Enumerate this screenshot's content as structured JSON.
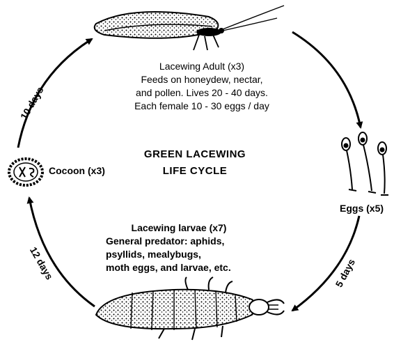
{
  "title": {
    "line1": "GREEN LACEWING",
    "line2": "LIFE CYCLE"
  },
  "adult": {
    "heading": "Lacewing Adult (x3)",
    "line1": "Feeds on honeydew, nectar,",
    "line2": "and pollen. Lives 20 - 40 days.",
    "line3": "Each female 10 - 30 eggs / day"
  },
  "eggs": {
    "label": "Eggs (x5)"
  },
  "larvae": {
    "heading": "Lacewing larvae (x7)",
    "line1": "General predator: aphids,",
    "line2": "psyllids, mealybugs,",
    "line3": "moth eggs, and larvae, etc."
  },
  "cocoon": {
    "label": "Cocoon (x3)"
  },
  "durations": {
    "egg_to_larva": "5 days",
    "larva_to_cocoon": "12 days",
    "cocoon_to_adult": "10 days"
  },
  "colors": {
    "ink": "#000000",
    "paper": "#ffffff"
  }
}
